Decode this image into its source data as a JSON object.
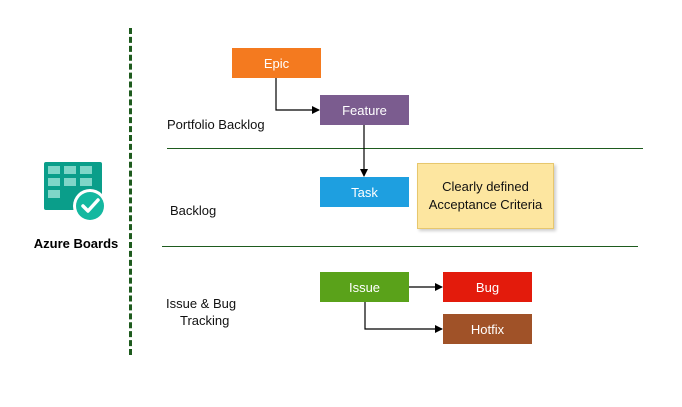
{
  "logo": {
    "label": "Azure Boards",
    "icon": "azure-boards-icon",
    "tile_color": "#0a9e8a",
    "badge_color": "#14b8a0"
  },
  "sections": {
    "portfolio": "Portfolio Backlog",
    "backlog": "Backlog",
    "issue_line1": "Issue & Bug",
    "issue_line2": "Tracking"
  },
  "nodes": {
    "epic": {
      "label": "Epic",
      "color": "#f47a1f"
    },
    "feature": {
      "label": "Feature",
      "color": "#7b5c8f"
    },
    "task": {
      "label": "Task",
      "color": "#1e9fe0"
    },
    "issue": {
      "label": "Issue",
      "color": "#5aa21a"
    },
    "bug": {
      "label": "Bug",
      "color": "#e31b0c"
    },
    "hotfix": {
      "label": "Hotfix",
      "color": "#a05228"
    }
  },
  "note": {
    "line1": "Clearly defined",
    "line2": "Acceptance Criteria"
  },
  "colors": {
    "divider": "#1e5b1e",
    "arrow": "#000000"
  }
}
